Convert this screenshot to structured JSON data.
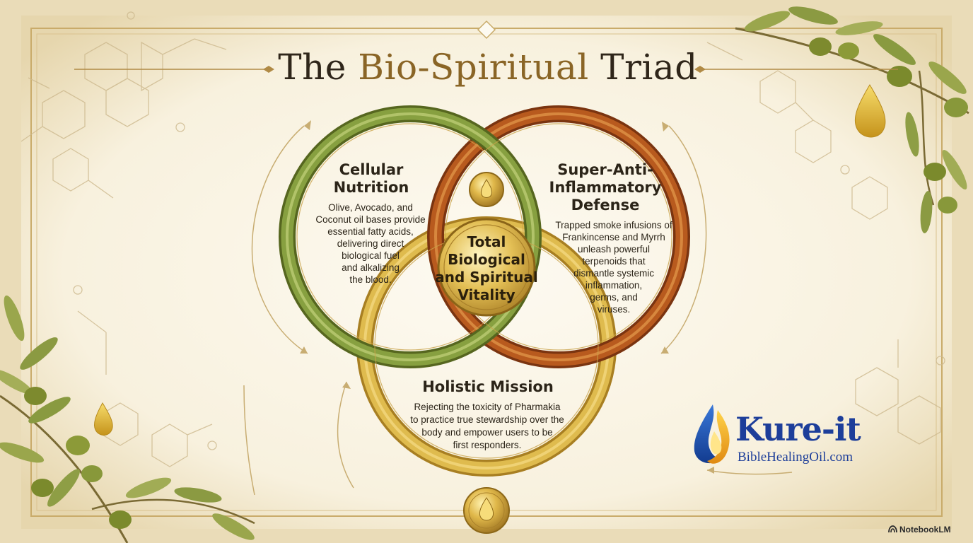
{
  "title": {
    "main": "The ",
    "accent": "Bio-Spiritual",
    "tail": " Triad"
  },
  "circles": {
    "cellular": {
      "heading": "Cellular\nNutrition",
      "body": "Olive, Avocado, and\nCoconut oil bases provide\nessential fatty acids,\ndelivering direct\nbiological fuel\nand alkalizing\nthe blood.",
      "color": "#7f9a3c"
    },
    "defense": {
      "heading": "Super-Anti-\nInflammatory\nDefense",
      "body": "Trapped smoke infusions of\nFrankincense and Myrrh\nunleash powerful\nterpenoids that\ndismantle systemic\ninflammation,\ngerms, and\nviruses.",
      "color": "#b4561d"
    },
    "holistic": {
      "heading": "Holistic Mission",
      "body": "Rejecting the toxicity of Pharmakia\nto practice true stewardship over the\nbody and empower users to be\nfirst responders.",
      "color": "#d7b247"
    }
  },
  "center": {
    "text": "Total\nBiological\nand Spiritual\nVitality",
    "color": "#d9b54a"
  },
  "brand": {
    "name": "Kure-it",
    "website": "BibleHealingOil.com",
    "color": "#1d3e9a"
  },
  "watermark": "NotebookLM"
}
